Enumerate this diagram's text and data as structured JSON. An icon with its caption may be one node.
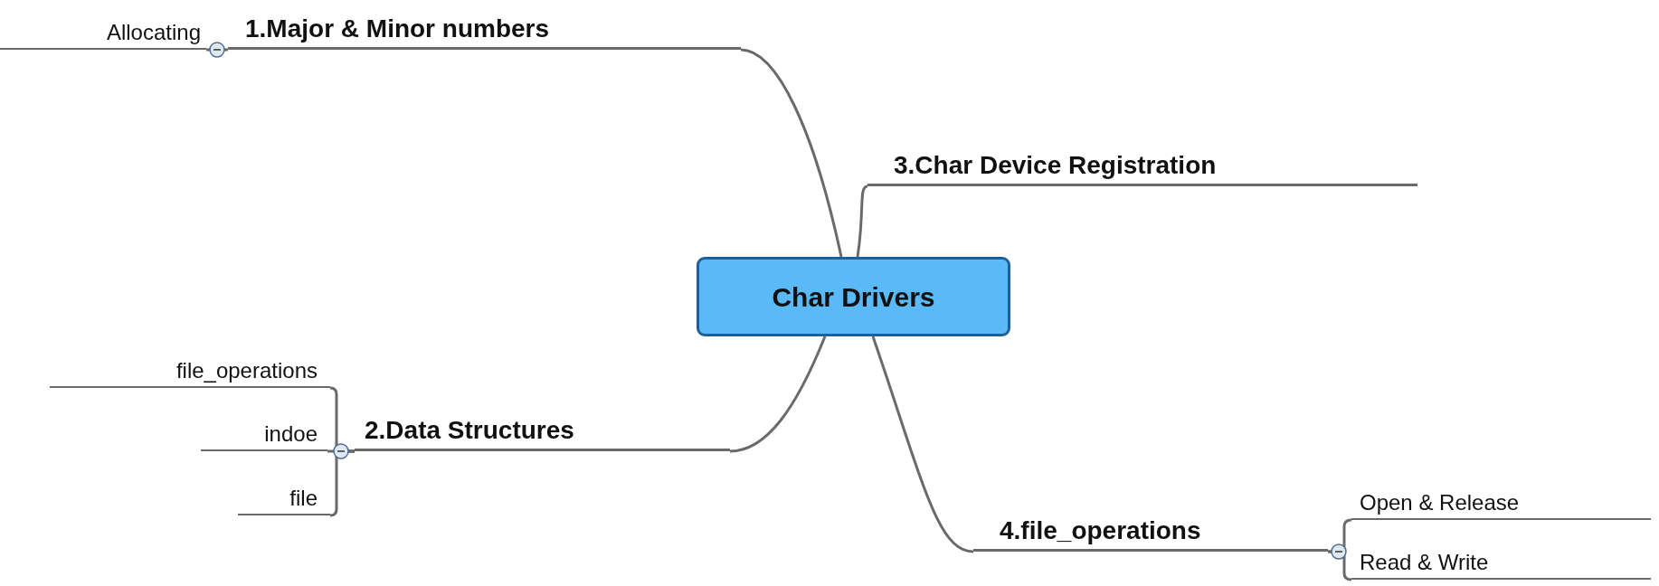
{
  "diagram": {
    "nodes": [
      {
        "text": [
          "Char Drivers"
        ]
      },
      {
        "text": [
          "1.Major & Minor numbers"
        ]
      },
      {
        "text": [
          "Allocating"
        ]
      },
      {
        "text": [
          "3.Char Device Registration"
        ]
      },
      {
        "text": [
          "2.Data Structures"
        ]
      },
      {
        "text": [
          "file_operations"
        ]
      },
      {
        "text": [
          "indoe"
        ]
      },
      {
        "text": [
          "file"
        ]
      },
      {
        "text": [
          "4.file_operations"
        ]
      },
      {
        "text": [
          "Open & Release"
        ]
      },
      {
        "text": [
          "Read & Write"
        ]
      }
    ],
    "edges": [
      {
        "from": 0,
        "to": 1,
        "arrow": "none"
      },
      {
        "from": 1,
        "to": 2,
        "arrow": "none"
      },
      {
        "from": 0,
        "to": 3,
        "arrow": "none"
      },
      {
        "from": 0,
        "to": 4,
        "arrow": "none"
      },
      {
        "from": 4,
        "to": 5,
        "arrow": "none"
      },
      {
        "from": 4,
        "to": 6,
        "arrow": "none"
      },
      {
        "from": 4,
        "to": 7,
        "arrow": "none"
      },
      {
        "from": 0,
        "to": 8,
        "arrow": "none"
      },
      {
        "from": 8,
        "to": 9,
        "arrow": "none"
      },
      {
        "from": 8,
        "to": 10,
        "arrow": "none"
      }
    ]
  }
}
